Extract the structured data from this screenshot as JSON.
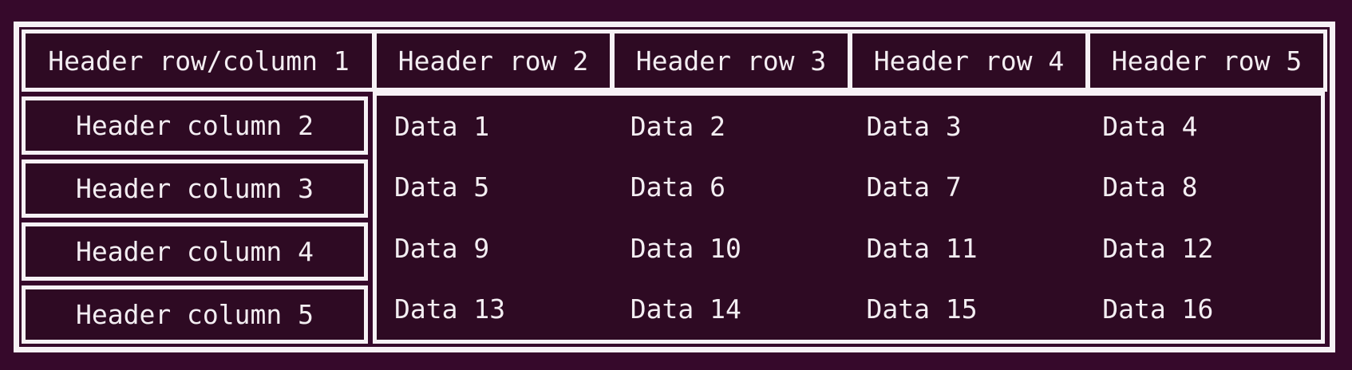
{
  "table": {
    "corner_header": "Header row/column 1",
    "row_headers": [
      "Header row 2",
      "Header row 3",
      "Header row 4",
      "Header row 5"
    ],
    "column_headers": [
      "Header column 2",
      "Header column 3",
      "Header column 4",
      "Header column 5"
    ],
    "data": [
      [
        "Data 1",
        "Data 2",
        "Data 3",
        "Data 4"
      ],
      [
        "Data 5",
        "Data 6",
        "Data 7",
        "Data 8"
      ],
      [
        "Data 9",
        "Data 10",
        "Data 11",
        "Data 12"
      ],
      [
        "Data 13",
        "Data 14",
        "Data 15",
        "Data 16"
      ]
    ]
  },
  "colors": {
    "page_background": "#36092B",
    "cell_background": "#2E0A23",
    "border": "#F6F1F5",
    "text": "#F3EEF2"
  }
}
